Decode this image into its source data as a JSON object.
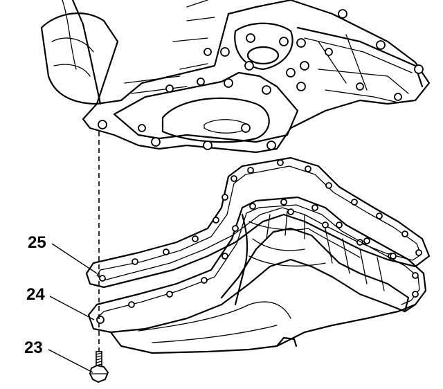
{
  "diagram": {
    "callouts": [
      {
        "id": "gasket",
        "label": "25"
      },
      {
        "id": "oil-pan",
        "label": "24"
      },
      {
        "id": "bolt",
        "label": "23"
      }
    ]
  }
}
